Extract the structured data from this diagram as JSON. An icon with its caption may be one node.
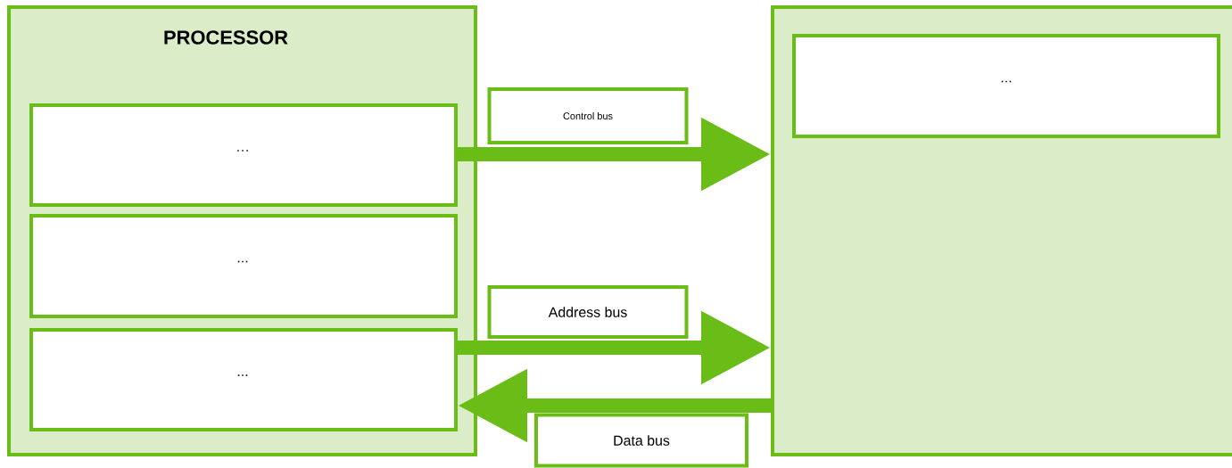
{
  "diagram": {
    "nodes": [
      {
        "text": [
          "PROCESSOR"
        ]
      },
      {
        "text": [
          "…"
        ],
        "in": 0
      },
      {
        "text": [
          "..."
        ],
        "in": 0
      },
      {
        "text": [
          "..."
        ],
        "in": 0
      },
      {
        "text": [],
        "shape": "box"
      },
      {
        "text": [
          "..."
        ],
        "in": 4
      }
    ],
    "edges": [
      {
        "from": 1,
        "to": 4,
        "arrow": "to",
        "label": "Control bus"
      },
      {
        "from": 3,
        "to": 4,
        "arrow": "to",
        "label": "Address bus"
      },
      {
        "from": 4,
        "to": 3,
        "arrow": "to",
        "label": "Data bus"
      }
    ]
  }
}
